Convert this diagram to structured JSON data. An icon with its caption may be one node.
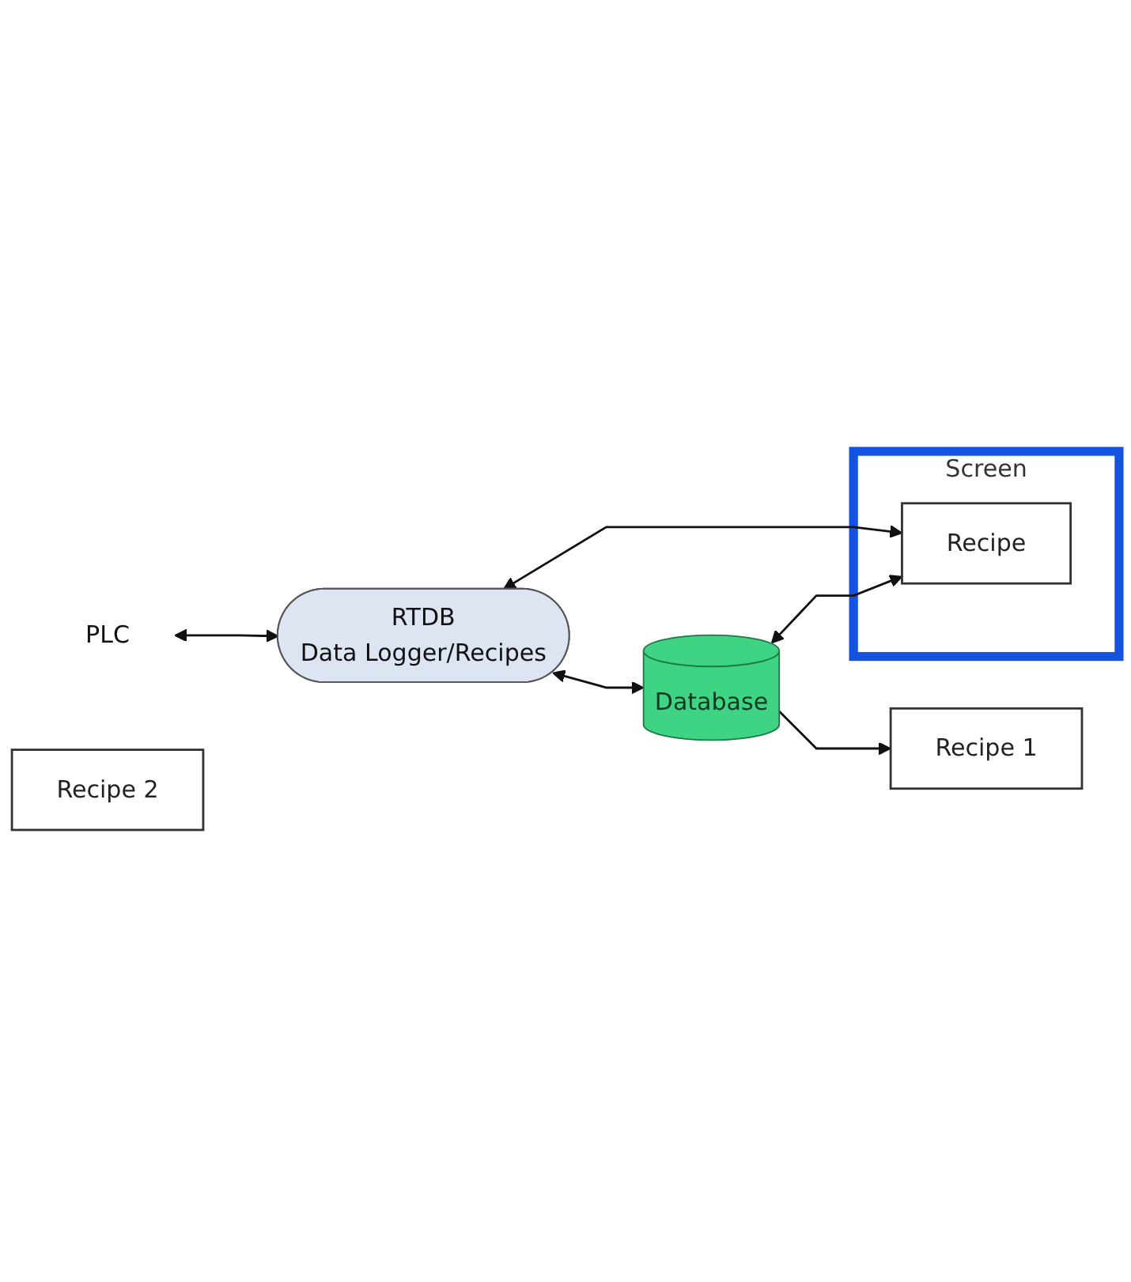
{
  "diagram": {
    "nodes": [
      {
        "text": [
          "Screen"
        ]
      },
      {
        "text": [
          "Recipe"
        ],
        "in": 0
      },
      {
        "text": [
          "PLC"
        ]
      },
      {
        "text": [
          "RTDB",
          "Data Logger/Recipes"
        ]
      },
      {
        "text": [
          "Database"
        ]
      },
      {
        "text": [
          "Recipe 2"
        ]
      },
      {
        "text": [
          "Recipe 1"
        ]
      }
    ],
    "edges": [
      {
        "from": 2,
        "to": 3,
        "arrow": "both"
      },
      {
        "from": 3,
        "to": 1,
        "arrow": "both"
      },
      {
        "from": 3,
        "to": 4,
        "arrow": "both"
      },
      {
        "from": 4,
        "to": 1,
        "arrow": "both"
      },
      {
        "from": 4,
        "to": 6,
        "arrow": "to"
      }
    ]
  }
}
